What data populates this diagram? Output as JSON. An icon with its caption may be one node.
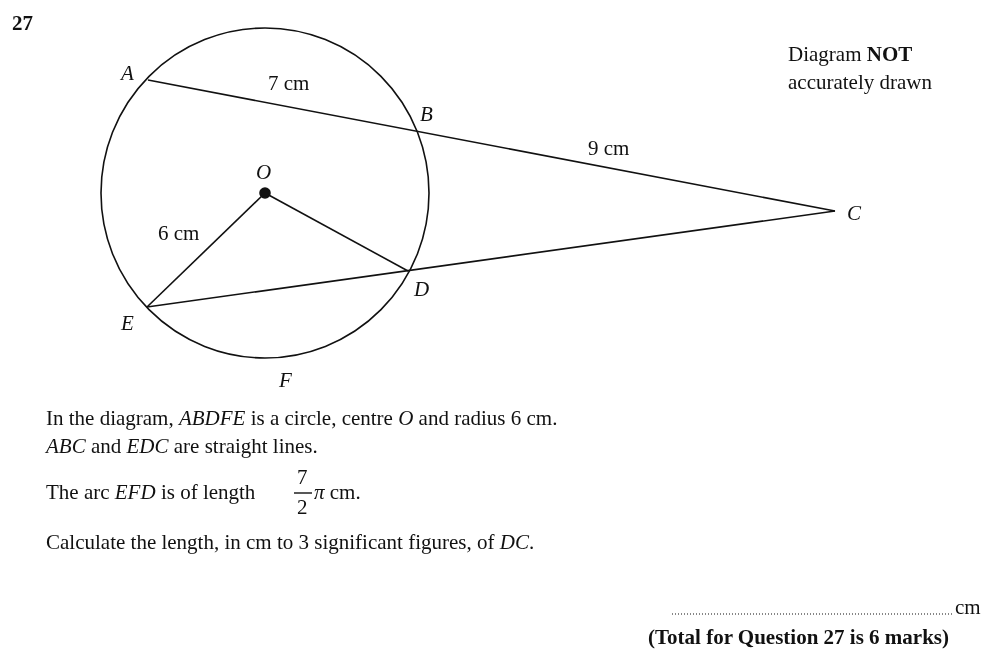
{
  "diagram": {
    "labels": [
      "27",
      "A",
      "7 cm",
      "Diagram **NOT** accurately drawn",
      "B",
      "9 cm",
      "O",
      "C",
      "6 cm",
      "D",
      "E",
      "F",
      "In the diagram, *ABDFE* is a circle, centre *O* and radius 6 cm.",
      "*ABC* and *EDC* are straight lines.",
      "The arc *EFD* is of length",
      "7",
      "2",
      "*π* cm.",
      "Calculate the length, in cm to 3 significant figures, of *DC*.",
      "cm",
      "(Total for Question 27 is 6 marks)"
    ]
  }
}
